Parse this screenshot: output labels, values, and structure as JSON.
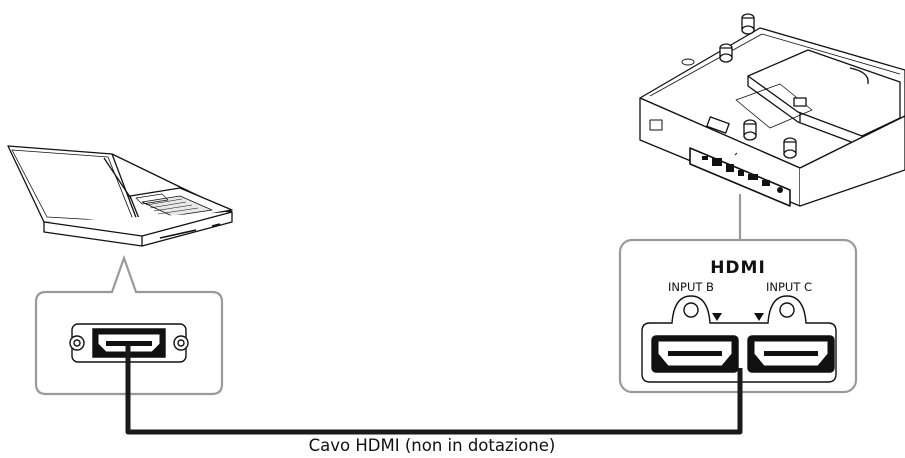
{
  "projector_panel": {
    "logo_text": "HDMI",
    "ports": [
      {
        "label": "INPUT B"
      },
      {
        "label": "INPUT C"
      }
    ]
  },
  "cable": {
    "caption": "Cavo HDMI (non in dotazione)"
  },
  "icons": [
    "laptop-icon",
    "projector-icon",
    "hdmi-port-icon",
    "screw-icon",
    "arrow-down-icon"
  ],
  "colors": {
    "line": "#111111",
    "callout_border": "#9a9a9a",
    "cable": "#1a1a1a"
  }
}
